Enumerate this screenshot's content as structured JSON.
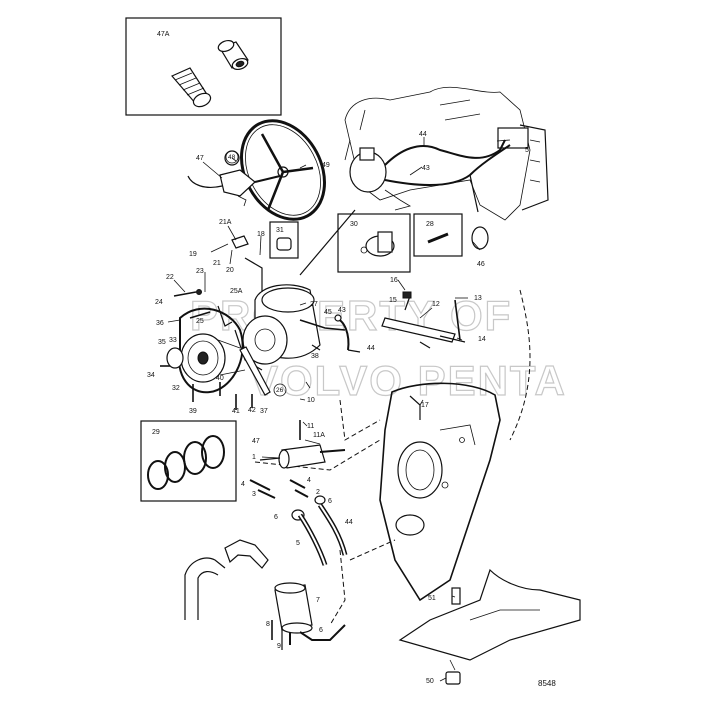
{
  "reference_number": "8548",
  "watermark": [
    "PROPERTY OF",
    "VOLVO PENTA"
  ],
  "insets": {
    "inset_47a": {
      "label": "47A"
    },
    "inset_29": {
      "label": "29"
    },
    "inset_30": {
      "label": "30"
    },
    "inset_28": {
      "label": "28"
    },
    "inset_31": {
      "label": "31"
    }
  },
  "callouts": {
    "c1": "1",
    "c2": "2",
    "c3": "3",
    "c4": "4",
    "c5": "5",
    "c5b": "5",
    "c6": "6",
    "c6b": "6",
    "c7": "7",
    "c8": "8",
    "c9": "9",
    "c10": "10",
    "c11": "11",
    "c11a": "11A",
    "c12": "12",
    "c13": "13",
    "c14": "14",
    "c15": "15",
    "c16": "16",
    "c17": "17",
    "c18": "18",
    "c19": "19",
    "c20": "20",
    "c21": "21",
    "c21a": "21A",
    "c22": "22",
    "c23": "23",
    "c24": "24",
    "c25": "25",
    "c25a": "25A",
    "c26": "26",
    "c27": "27",
    "c32": "32",
    "c33": "33",
    "c34": "34",
    "c35": "35",
    "c36": "36",
    "c37": "37",
    "c38": "38",
    "c39": "39",
    "c40": "40",
    "c41": "41",
    "c42": "42",
    "c43": "43",
    "c43b": "43",
    "c44": "44",
    "c44b": "44",
    "c44c": "44",
    "c45": "45",
    "c46": "46",
    "c47": "47",
    "c47b": "47",
    "c48": "48",
    "c49": "49",
    "c50": "50",
    "c51": "51"
  }
}
